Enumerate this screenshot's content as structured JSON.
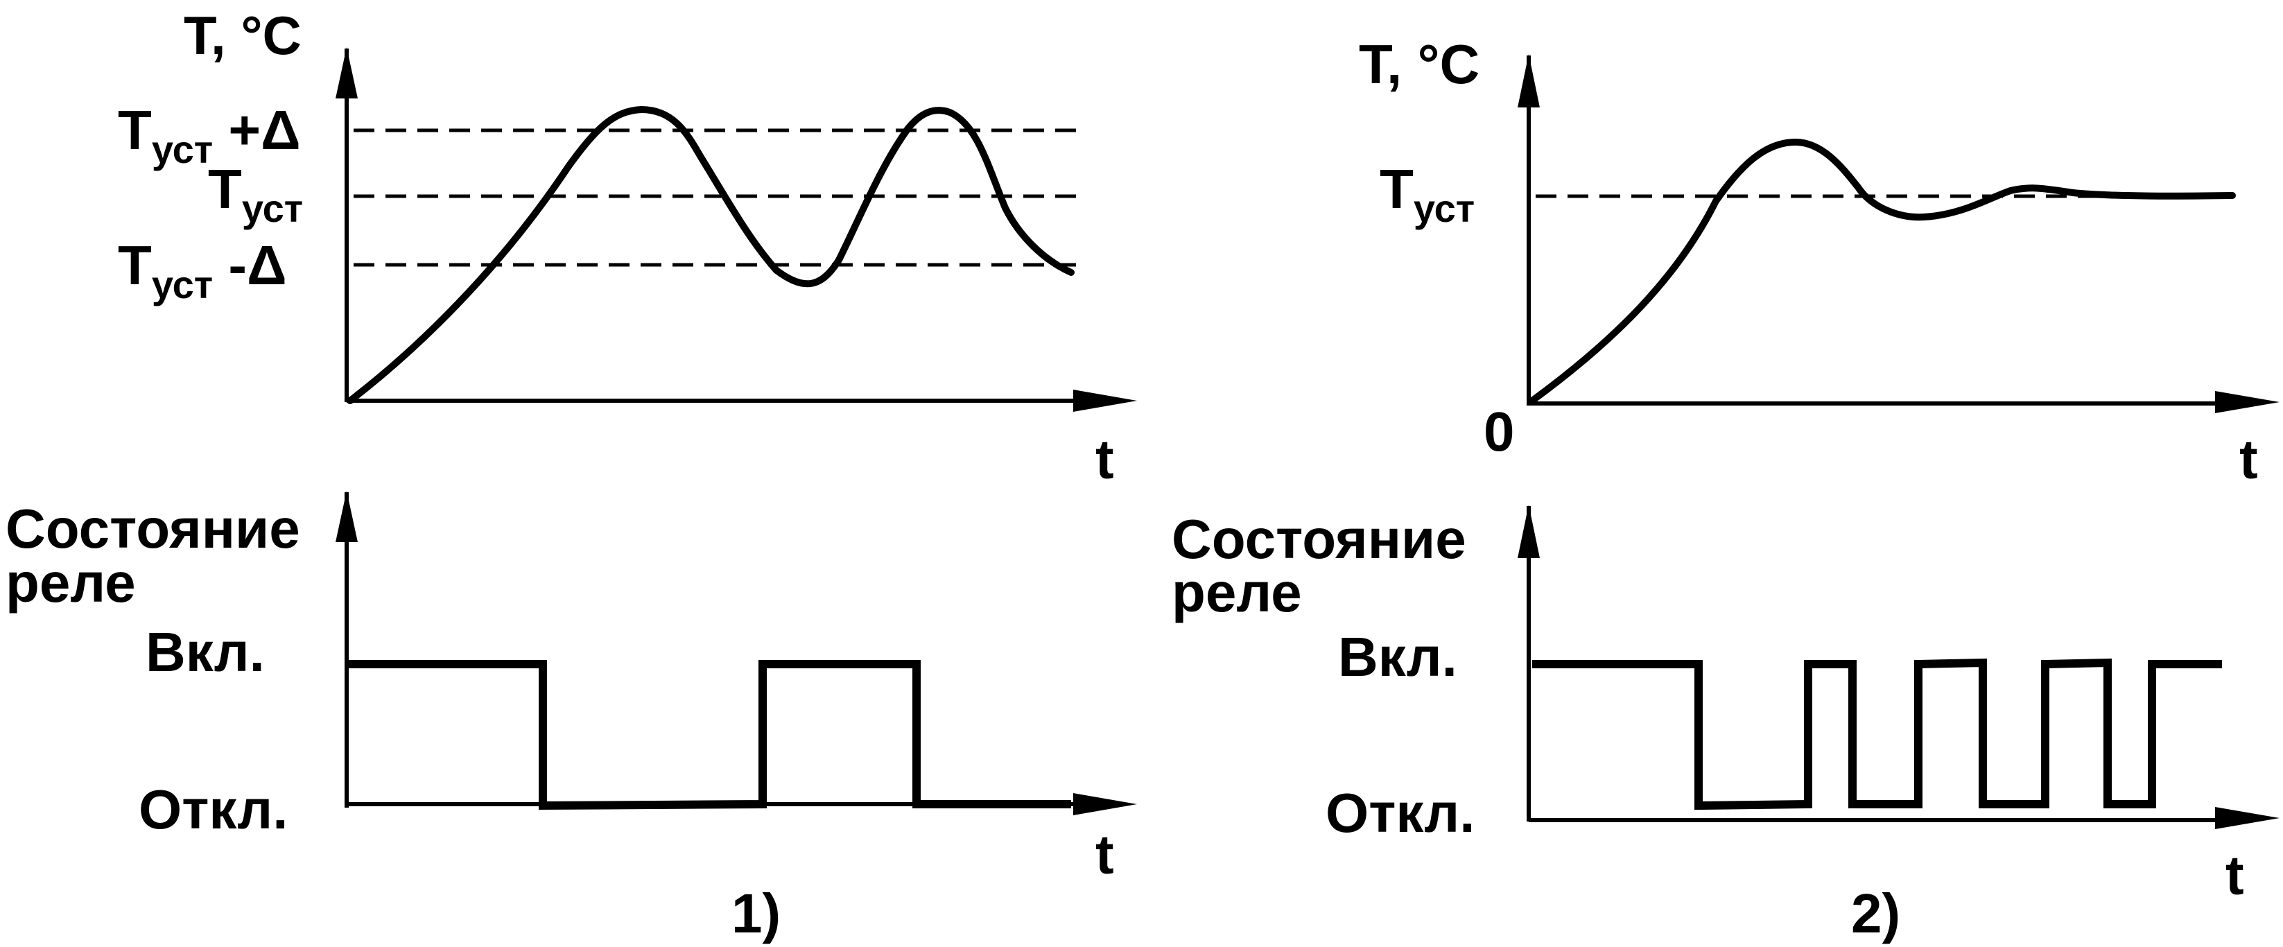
{
  "colors": {
    "ink": "#000000",
    "background": "#ffffff"
  },
  "diagram1": {
    "temp_axis_label": "T, °C",
    "levels": {
      "upper": {
        "main": "T",
        "sub": "уст",
        "suffix": " +Δ"
      },
      "setpoint": {
        "main": "T",
        "sub": "уст",
        "suffix": ""
      },
      "lower": {
        "main": "T",
        "sub": "уст",
        "suffix": " -Δ"
      }
    },
    "time_label": "t",
    "relay_axis_label_line1": "Состояние",
    "relay_axis_label_line2": "реле",
    "relay_on_label": "Вкл.",
    "relay_off_label": "Откл.",
    "relay_time_label": "t",
    "caption": "1)"
  },
  "diagram2": {
    "temp_axis_label": "T, °C",
    "setpoint": {
      "main": "T",
      "sub": "уст"
    },
    "origin_label": "0",
    "time_label": "t",
    "relay_axis_label_line1": "Состояние",
    "relay_axis_label_line2": "реле",
    "relay_on_label": "Вкл.",
    "relay_off_label": "Откл.",
    "relay_time_label": "t",
    "caption": "2)"
  }
}
